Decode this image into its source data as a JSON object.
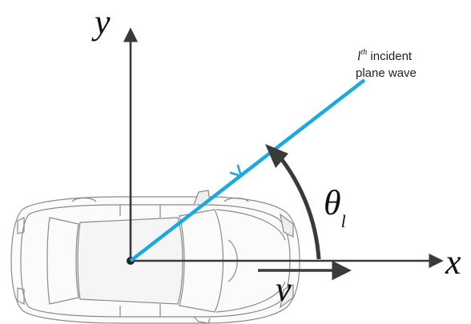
{
  "axes": {
    "x_label": "x",
    "y_label": "y"
  },
  "wave": {
    "label_sup_base": "l",
    "label_sup": "th",
    "label_line1": " incident",
    "label_line2": "plane wave",
    "color": "#1ba9e1"
  },
  "angle": {
    "symbol": "θ",
    "subscript": "l"
  },
  "velocity": {
    "symbol": "v"
  },
  "colors": {
    "axis": "#3a3a3a",
    "car_outline": "#888888",
    "arc": "#3a3a3a"
  }
}
